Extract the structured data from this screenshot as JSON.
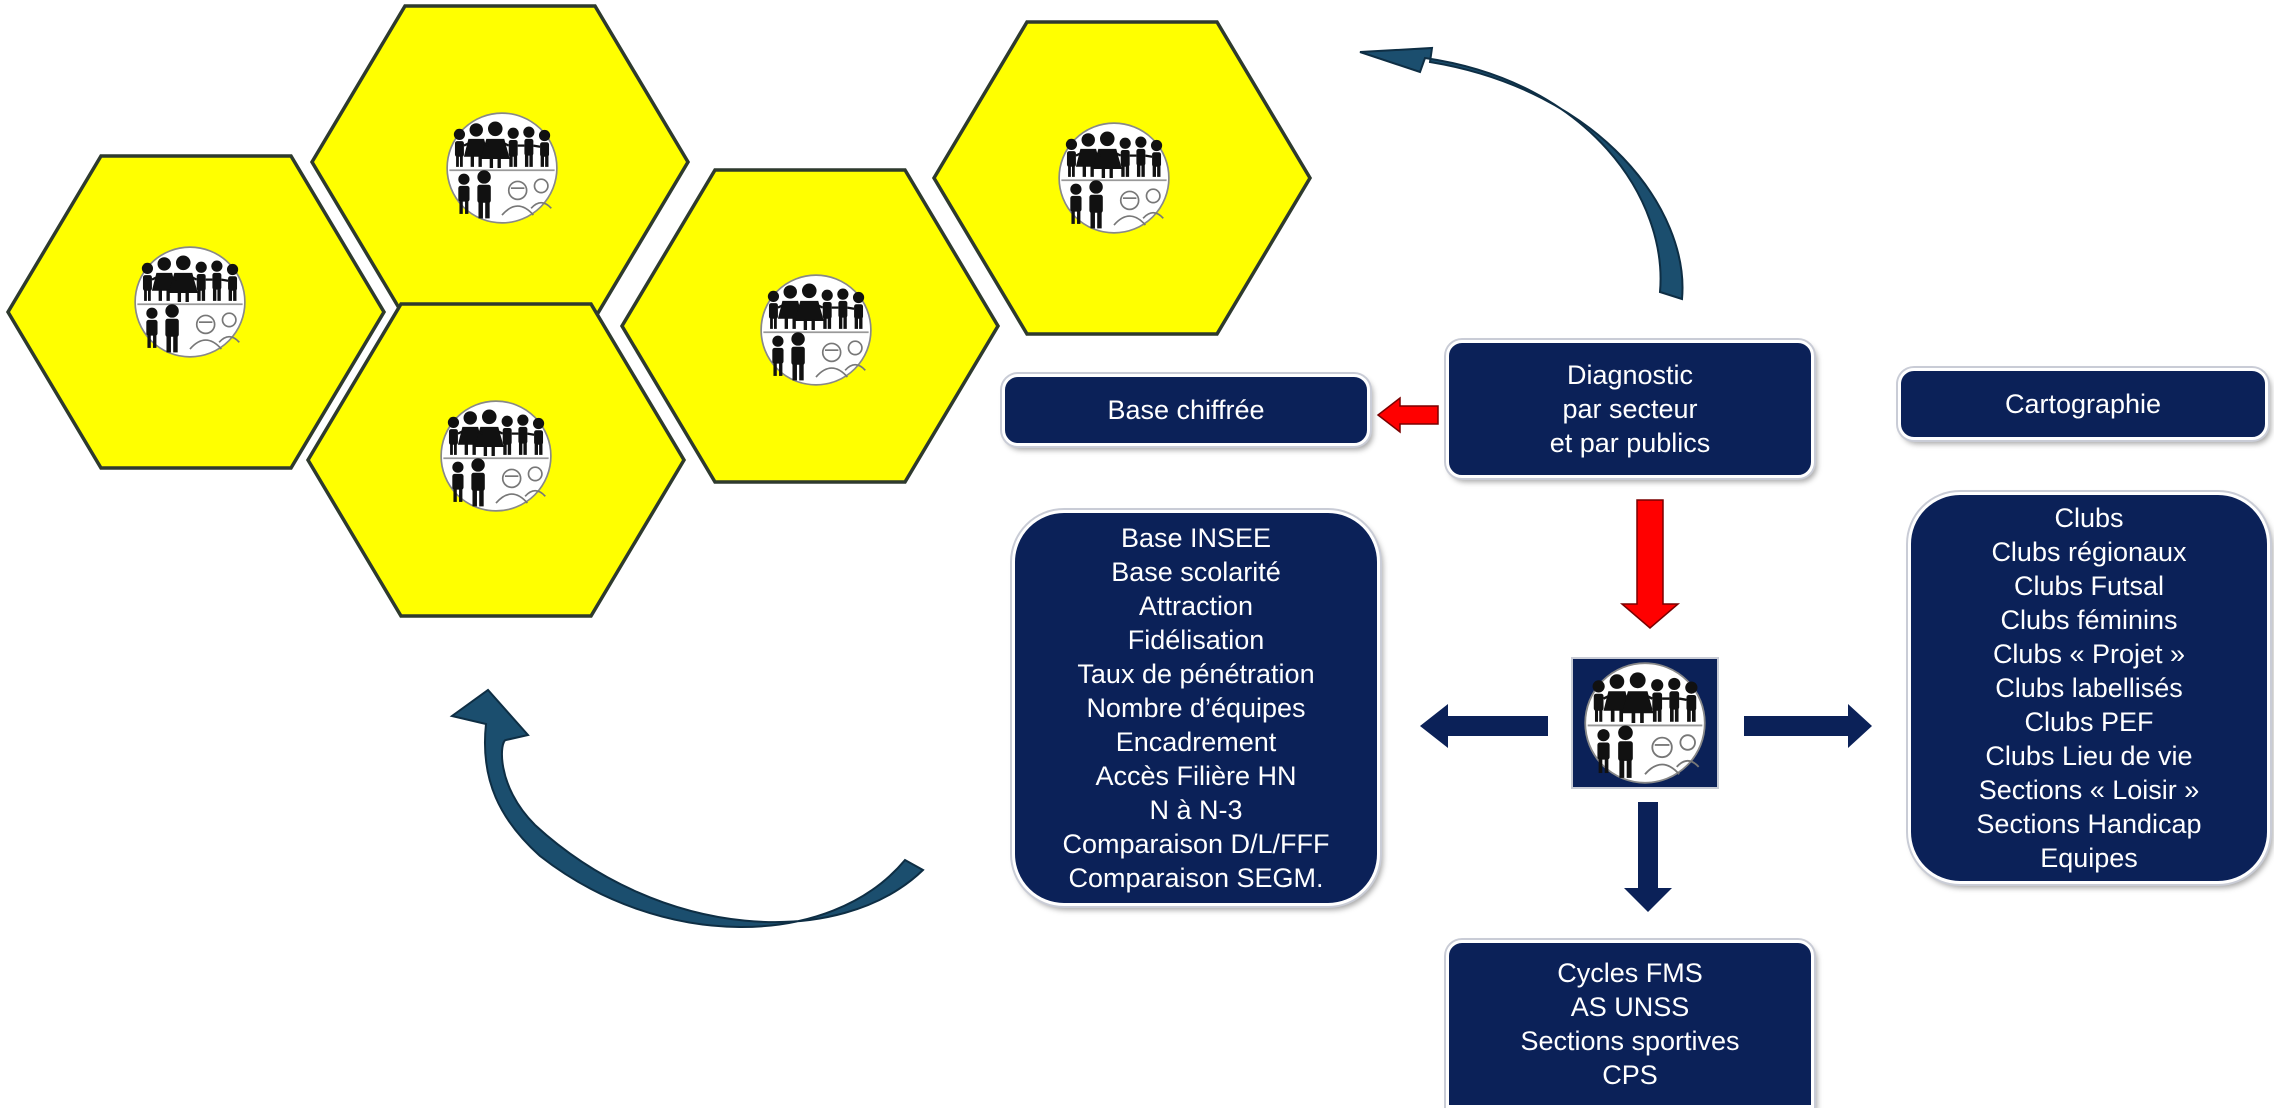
{
  "colors": {
    "hex_fill": "#ffff00",
    "hex_stroke": "#2e3a2e",
    "box_fill": "#0b2158",
    "dark_arrow": "#0b2158",
    "red_arrow": "#ff0000",
    "curved_arrow": "#1b4e6e"
  },
  "icons": {
    "hexagon_icon": "people-group-icon",
    "center_icon": "people-group-icon"
  },
  "boxes": {
    "base_chiffree": "Base chiffrée",
    "diagnostic": [
      "Diagnostic",
      "par secteur",
      "et par publics"
    ],
    "cartographie": "Cartographie",
    "indicators": [
      "Base INSEE",
      "Base scolarité",
      "Attraction",
      "Fidélisation",
      "Taux de pénétration",
      "Nombre d’équipes",
      "Encadrement",
      "Accès Filière HN",
      "N à N-3",
      "Comparaison D/L/FFF",
      "Comparaison SEGM."
    ],
    "clubs": [
      "Clubs",
      "Clubs régionaux",
      "Clubs Futsal",
      "Clubs féminins",
      "Clubs « Projet »",
      "Clubs labellisés",
      "Clubs PEF",
      "Clubs Lieu de vie",
      "Sections « Loisir »",
      "Sections Handicap",
      "Equipes"
    ],
    "school": [
      "Cycles FMS",
      "AS UNSS",
      "Sections sportives",
      "CPS"
    ]
  }
}
